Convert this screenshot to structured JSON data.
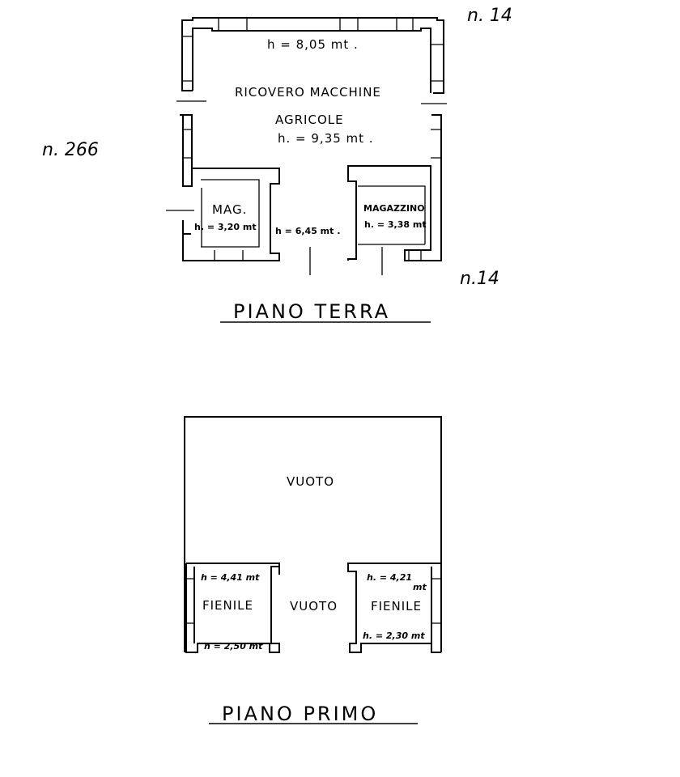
{
  "neighbors": {
    "top_right": "n. 14",
    "left": "n. 266",
    "bottom_right": "n.14"
  },
  "ground_floor": {
    "title": "PIANO TERRA",
    "main_room": {
      "name_line1": "RICOVERO  MACCHINE",
      "name_line2": "AGRICOLE",
      "height_top": "h = 8,05 mt .",
      "height_main": "h. = 9,35 mt ."
    },
    "left_store": {
      "name": "MAG.",
      "height": "h. = 3,20 mt"
    },
    "passage": {
      "height": "h = 6,45 mt ."
    },
    "right_store": {
      "name": "MAGAZZINO",
      "height": "h. = 3,38 mt"
    }
  },
  "first_floor": {
    "title": "PIANO  PRIMO",
    "void_upper": "VUOTO",
    "void_lower": "VUOTO",
    "left_barn": {
      "name": "FIENILE",
      "height_top": "h = 4,41 mt",
      "height_bottom": "h = 2,50 mt"
    },
    "right_barn": {
      "name": "FIENILE",
      "height_top_a": "h. = 4,21",
      "height_top_b": "mt",
      "height_bottom": "h. = 2,30 mt"
    }
  }
}
